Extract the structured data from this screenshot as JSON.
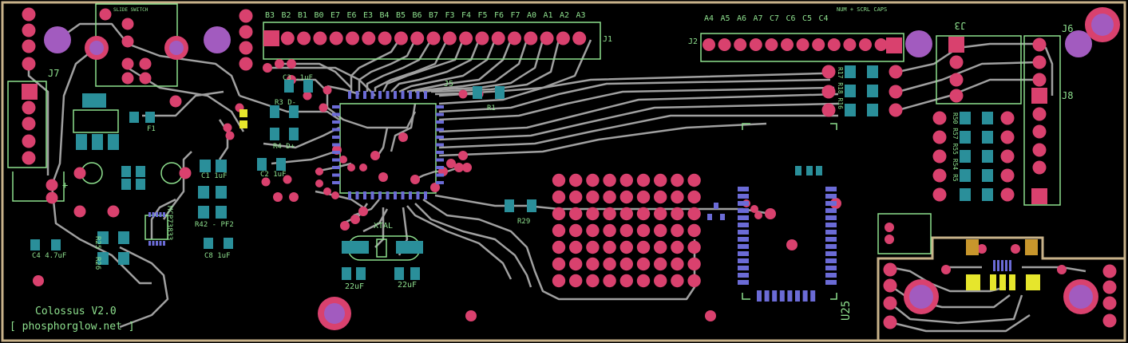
{
  "colors": {
    "background": "#000000",
    "board_outline": "#c8b28a",
    "silkscreen": "#8ee08e",
    "trace": "#a0a0a0",
    "pad": "#d9416e",
    "hole": "#a25bbf",
    "smd_pad": "#2a8f9a",
    "ic_pin": "#6b6bd6",
    "highlight": "#e6e62c"
  },
  "header_top_pins": [
    "B3",
    "B2",
    "B1",
    "B0",
    "E7",
    "E6",
    "E3",
    "B4",
    "B5",
    "B6",
    "B7",
    "F3",
    "F4",
    "F5",
    "F6",
    "F7",
    "A0",
    "A1",
    "A2",
    "A3"
  ],
  "header_right_pins": [
    "A4",
    "A5",
    "A6",
    "A7",
    "C7",
    "C6",
    "C5",
    "C4"
  ],
  "labels": {
    "j1": "J1",
    "j2": "J2",
    "j3": "J3",
    "j5": "J5",
    "j6": "J6",
    "j7": "J7",
    "j8": "J8",
    "f1": "F1",
    "r1": "R1",
    "r29": "R29",
    "c3": "C3 .1uF",
    "c1": "C1 1uF",
    "c2": "C2 1uF",
    "c8": "C8 1uF",
    "c4": "C4 4.7uF",
    "r3": "R3 D-",
    "r4": "R4 D+",
    "r42": "R42 - PF2",
    "r25": "R25",
    "r26": "R26",
    "xtal": "XTAL",
    "cap1": "22uF",
    "cap2": "22uF",
    "mcp": "MCP73833",
    "u25": "U25",
    "project": "Colossus V2.0",
    "url": "[ phosphorglow.net ]",
    "slide_switch": "SLIDE SWITCH",
    "num_scrl_caps": "NUM + SCRL CAPS",
    "r_side": "R50 R57 R55 R54 R5",
    "r_mid": "R17 R18 R16",
    "plus": "+"
  }
}
